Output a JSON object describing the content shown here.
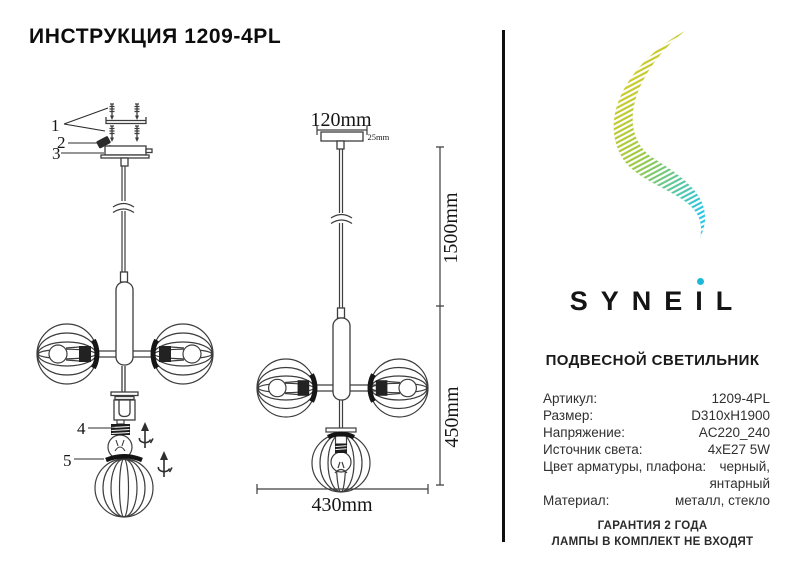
{
  "title": "ИНСТРУКЦИЯ 1209-4PL",
  "assembly": {
    "part_labels": [
      "1",
      "2",
      "3",
      "4",
      "5"
    ]
  },
  "dims": {
    "canopy_width": "120mm",
    "canopy_height": "25mm",
    "suspension_length": "1500mm",
    "fixture_height": "450mm",
    "fixture_width": "430mm"
  },
  "brand": {
    "name_pre": "SYNE",
    "name_i": "I",
    "name_post": "L",
    "accent_color": "#1fb9d8",
    "logo_colors": {
      "start": "#e8c915",
      "mid": "#9cc93f",
      "end": "#27c4e4"
    }
  },
  "product": {
    "type": "ПОДВЕСНОЙ СВЕТИЛЬНИК",
    "specs": [
      {
        "label": "Артикул:",
        "value": "1209-4PL"
      },
      {
        "label": "Размер:",
        "value": "D310xH1900"
      },
      {
        "label": "Напряжение:",
        "value": "AC220_240"
      },
      {
        "label": "Источник света:",
        "value": "4xE27 5W"
      },
      {
        "label": "Цвет арматуры, плафона:",
        "value": "черный, янтарный"
      },
      {
        "label": "Материал:",
        "value": "металл, стекло"
      }
    ],
    "warranty_line1": "ГАРАНТИЯ 2 ГОДА",
    "warranty_line2": "ЛАМПЫ В КОМПЛЕКТ НЕ ВХОДЯТ"
  }
}
